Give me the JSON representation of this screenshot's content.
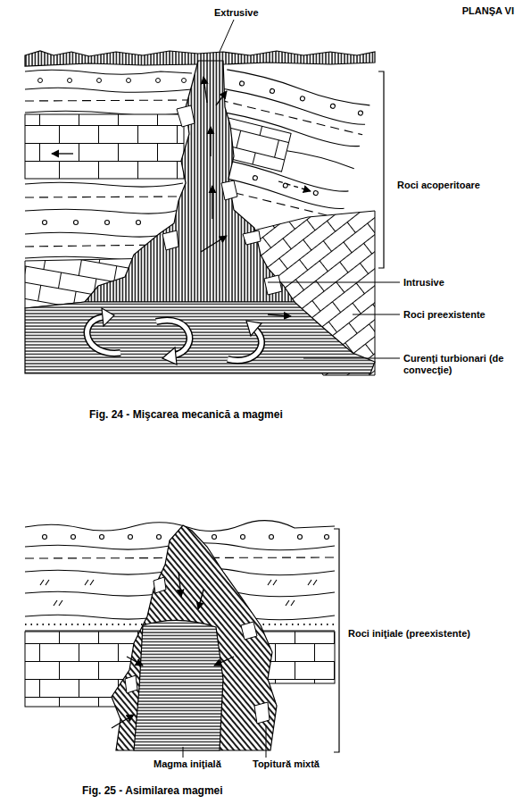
{
  "diagram": {
    "title": "PLANŞA VI",
    "labels": [
      "Extrusive",
      "Roci acoperitoare",
      "Intrusive",
      "Roci preexistente",
      "Curenţi turbionari (de convecţie)",
      "Fig. 24 - Mişcarea mecanică a magmei",
      "Roci iniţiale (preexistente)",
      "Magma iniţială",
      "Topitură mixtă",
      "Fig. 25 - Asimilarea magmei"
    ]
  }
}
